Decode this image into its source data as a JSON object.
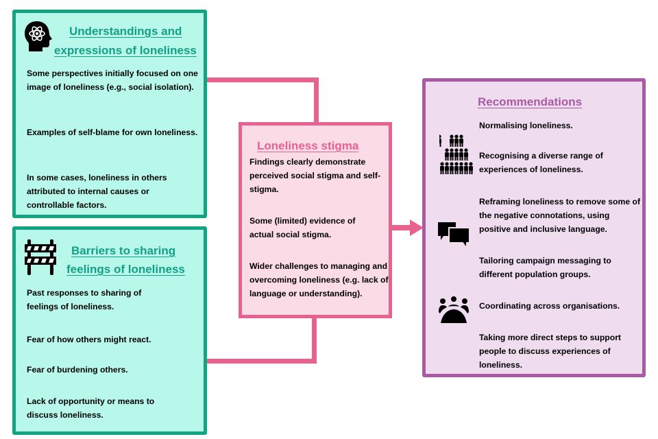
{
  "understandings": {
    "title_line1": "Understandings and",
    "title_line2": "expressions of loneliness",
    "icon": "head-atom-icon",
    "items": [
      "Some perspectives initially focused on one image of loneliness (e.g., social isolation).",
      "Examples of self-blame for own loneliness.",
      "In some cases, loneliness in others attributed to internal causes or controllable factors."
    ]
  },
  "barriers": {
    "title_line1": "Barriers to sharing",
    "title_line2": "feelings of loneliness",
    "icon": "barrier-icon",
    "items": [
      "Past responses to sharing of feelings of loneliness.",
      "Fear of how others might react.",
      "Fear of burdening others.",
      "Lack of opportunity or means to discuss loneliness."
    ]
  },
  "stigma": {
    "title": "Loneliness stigma",
    "items": [
      "Findings clearly demonstrate perceived social stigma and self-stigma.",
      "Some (limited) evidence of actual social stigma.",
      "Wider challenges to managing and overcoming loneliness (e.g. lack of language or understanding)."
    ]
  },
  "recommendations": {
    "title": "Recommendations",
    "icons": [
      "people-pyramid-icon",
      "speech-bubbles-icon",
      "group-meeting-icon"
    ],
    "items": [
      "Normalising loneliness.",
      "Recognising a diverse range of experiences of loneliness.",
      "Reframing loneliness to remove some of the negative connotations, using positive and inclusive language.",
      "Tailoring campaign messaging to different population groups.",
      "Coordinating across organisations.",
      "Taking more direct steps to support people to discuss experiences of loneliness."
    ]
  },
  "colors": {
    "green_border": "#13a383",
    "green_fill": "#b8f8ea",
    "pink_border": "#e8628f",
    "pink_fill": "#fadbe6",
    "purple_border": "#a95aa3",
    "purple_fill": "#efdcef"
  }
}
